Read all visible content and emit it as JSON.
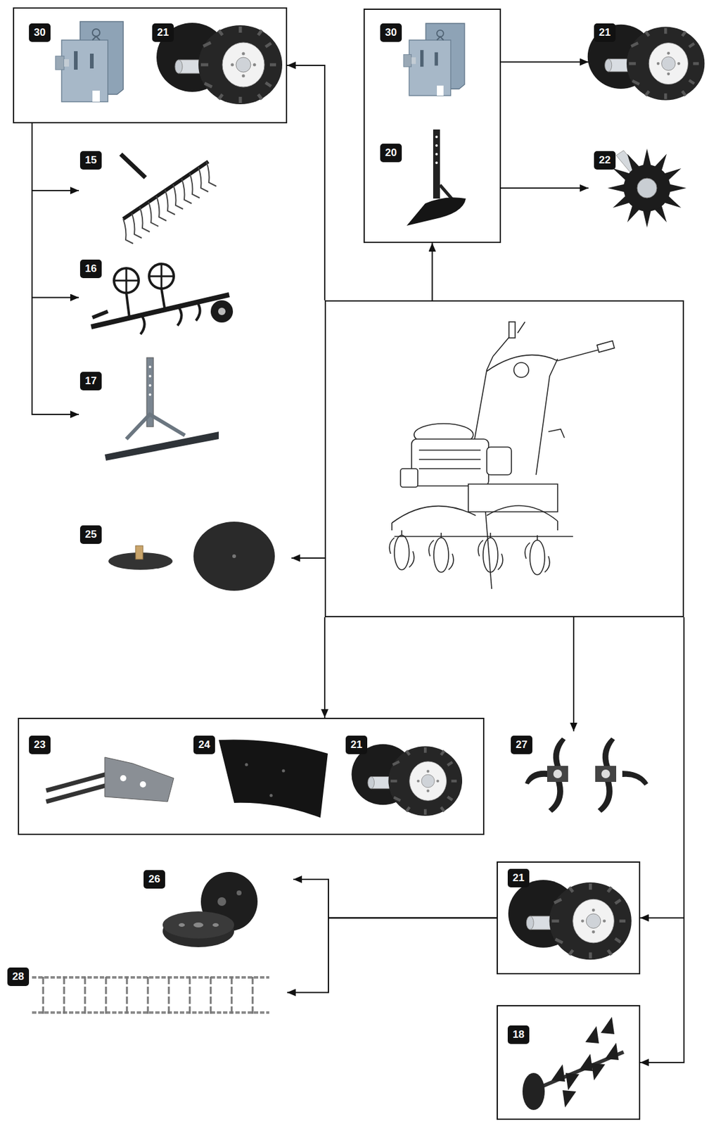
{
  "diagram": {
    "nodes": [
      {
        "text": []
      },
      {
        "text": [
          "30"
        ],
        "in": 0
      },
      {
        "text": [
          "21"
        ],
        "in": 0
      },
      {
        "text": []
      },
      {
        "text": [
          "30"
        ],
        "in": 3
      },
      {
        "text": [
          "20"
        ],
        "in": 3
      },
      {
        "text": [
          "21"
        ]
      },
      {
        "text": [
          "22"
        ]
      },
      {
        "text": [
          "15"
        ]
      },
      {
        "text": [
          "16"
        ]
      },
      {
        "text": [
          "17"
        ]
      },
      {
        "text": []
      },
      {
        "text": [
          "25"
        ]
      },
      {
        "text": []
      },
      {
        "text": [
          "23"
        ],
        "in": 13
      },
      {
        "text": [
          "24"
        ],
        "in": 13
      },
      {
        "text": [
          "21"
        ],
        "in": 13
      },
      {
        "text": [
          "27"
        ]
      },
      {
        "text": [
          "26"
        ]
      },
      {
        "text": [
          "21"
        ]
      },
      {
        "text": [
          "28"
        ]
      },
      {
        "text": [
          "18"
        ]
      }
    ],
    "edges": [
      {
        "from": 11,
        "to": 0,
        "arrow": "to"
      },
      {
        "from": 11,
        "to": 3,
        "arrow": "to"
      },
      {
        "from": 3,
        "to": 6,
        "arrow": "to"
      },
      {
        "from": 3,
        "to": 7,
        "arrow": "to"
      },
      {
        "from": 0,
        "to": 8,
        "arrow": "to"
      },
      {
        "from": 0,
        "to": 9,
        "arrow": "to"
      },
      {
        "from": 0,
        "to": 10,
        "arrow": "to"
      },
      {
        "from": 11,
        "to": 12,
        "arrow": "to"
      },
      {
        "from": 11,
        "to": 13,
        "arrow": "to"
      },
      {
        "from": 11,
        "to": 17,
        "arrow": "to"
      },
      {
        "from": 11,
        "to": 19,
        "arrow": "to"
      },
      {
        "from": 11,
        "to": 21,
        "arrow": "to"
      },
      {
        "from": 19,
        "to": 18,
        "arrow": "to"
      },
      {
        "from": 19,
        "to": 20,
        "arrow": "to"
      }
    ]
  }
}
